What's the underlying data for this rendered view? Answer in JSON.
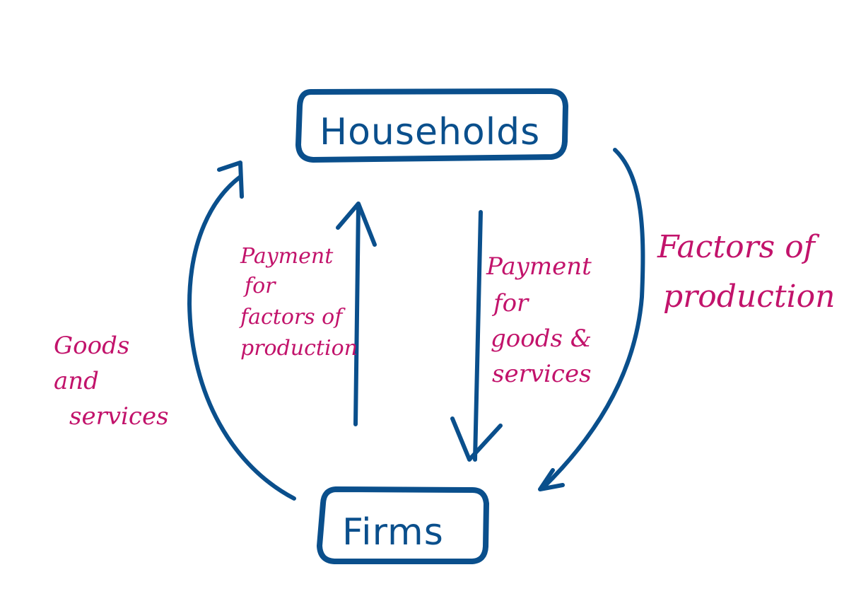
{
  "colors": {
    "flow": "#0a4f8c",
    "label": "#c2136b",
    "background": "#ffffff"
  },
  "nodes": {
    "households": "Households",
    "firms": "Firms"
  },
  "flows": {
    "goods_services": {
      "lines": [
        "Goods",
        "and",
        "services"
      ]
    },
    "payment_factors": {
      "lines": [
        "Payment",
        "for",
        "factors of",
        "production"
      ]
    },
    "payment_goods": {
      "lines": [
        "Payment",
        "for",
        "goods &",
        "services"
      ]
    },
    "factors_production": {
      "lines": [
        "Factors of",
        "production"
      ]
    }
  }
}
